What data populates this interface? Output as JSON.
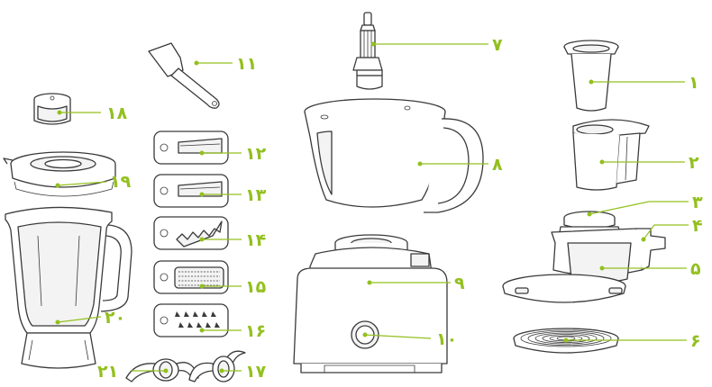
{
  "labels": [
    {
      "id": "1",
      "text": "۱"
    },
    {
      "id": "2",
      "text": "۲"
    },
    {
      "id": "3",
      "text": "۳"
    },
    {
      "id": "4",
      "text": "۴"
    },
    {
      "id": "5",
      "text": "۵"
    },
    {
      "id": "6",
      "text": "۶"
    },
    {
      "id": "7",
      "text": "۷"
    },
    {
      "id": "8",
      "text": "۸"
    },
    {
      "id": "9",
      "text": "۹"
    },
    {
      "id": "10",
      "text": "۱۰"
    },
    {
      "id": "11",
      "text": "۱۱"
    },
    {
      "id": "12",
      "text": "۱۲"
    },
    {
      "id": "13",
      "text": "۱۳"
    },
    {
      "id": "14",
      "text": "۱۴"
    },
    {
      "id": "15",
      "text": "۱۵"
    },
    {
      "id": "16",
      "text": "۱۶"
    },
    {
      "id": "17",
      "text": "۱۷"
    },
    {
      "id": "18",
      "text": "۱۸"
    },
    {
      "id": "19",
      "text": "۱۹"
    },
    {
      "id": "20",
      "text": "۲۰"
    },
    {
      "id": "21",
      "text": "۲۱"
    }
  ],
  "colors": {
    "accent": "#93c01f",
    "outline": "#3a3a3a"
  }
}
